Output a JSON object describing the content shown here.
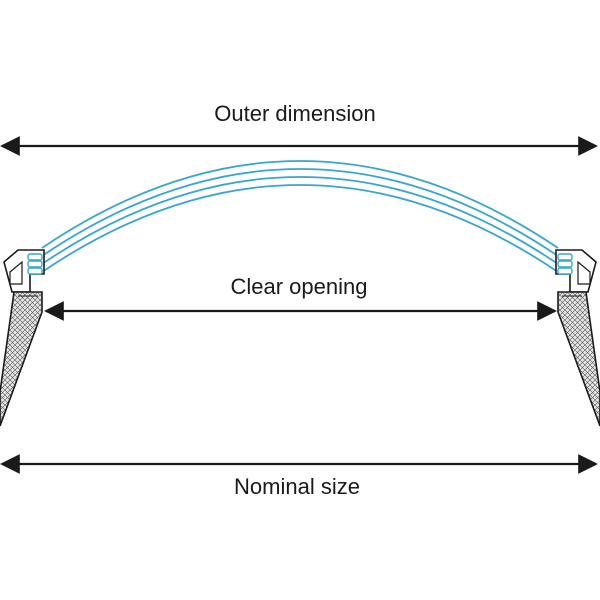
{
  "labels": {
    "outer_dimension": "Outer dimension",
    "clear_opening": "Clear opening",
    "nominal_size": "Nominal size"
  },
  "colors": {
    "line": "#1a1a1a",
    "glazing": "#3aa7c9",
    "hatch_fill": "#d9d9d9"
  }
}
